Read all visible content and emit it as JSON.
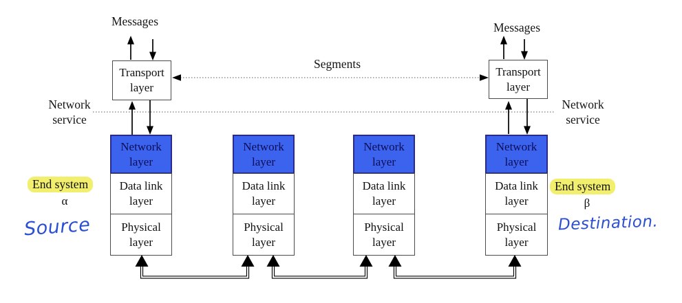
{
  "title": "Layered network architecture diagram",
  "annotations": {
    "messages_left": "Messages",
    "messages_right": "Messages",
    "segments": "Segments",
    "network_service_left": "Network\nservice",
    "network_service_right": "Network\nservice",
    "end_system_left": "End system",
    "end_system_left_id": "α",
    "end_system_right": "End system",
    "end_system_right_id": "β",
    "handwritten_source": "Source",
    "handwritten_destination": "Destination."
  },
  "transport_boxes": {
    "left": "Transport\nlayer",
    "right": "Transport\nlayer"
  },
  "stacks": [
    {
      "role": "end-system-alpha",
      "layers": [
        "Network\nlayer",
        "Data link\nlayer",
        "Physical\nlayer"
      ]
    },
    {
      "role": "intermediate-node-1",
      "layers": [
        "Network\nlayer",
        "Data link\nlayer",
        "Physical\nlayer"
      ]
    },
    {
      "role": "intermediate-node-2",
      "layers": [
        "Network\nlayer",
        "Data link\nlayer",
        "Physical\nlayer"
      ]
    },
    {
      "role": "end-system-beta",
      "layers": [
        "Network\nlayer",
        "Data link\nlayer",
        "Physical\nlayer"
      ]
    }
  ],
  "colors": {
    "network_layer_fill": "#3b63ee",
    "network_layer_border": "#2a2a8c",
    "highlight_yellow": "#f2ee6e",
    "handwriting_blue": "#2b4fd0"
  }
}
